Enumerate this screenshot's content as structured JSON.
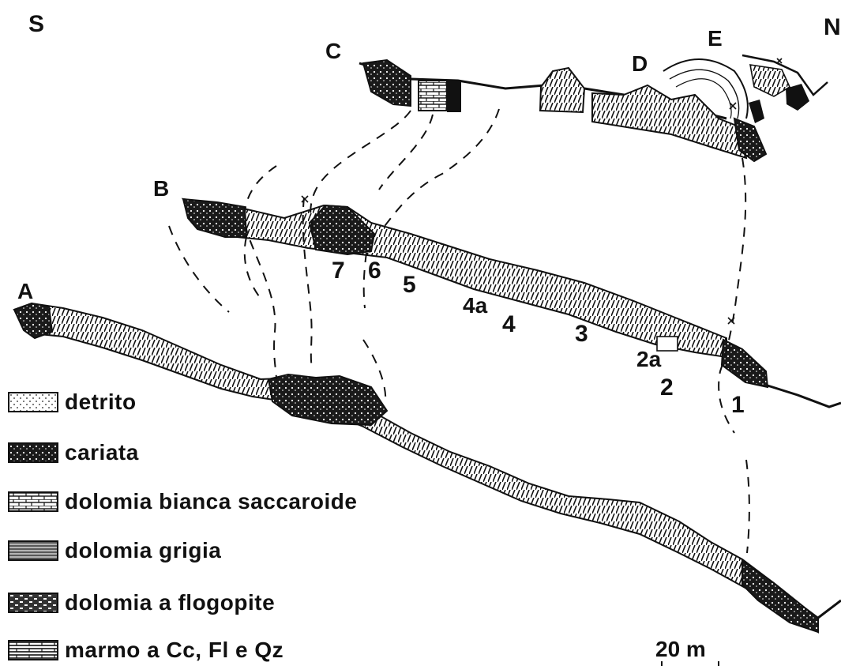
{
  "orientation": {
    "south": "S",
    "north": "N"
  },
  "profiles": {
    "A": "A",
    "B": "B",
    "C": "C",
    "D": "D",
    "E": "E"
  },
  "units": {
    "u7": "7",
    "u6": "6",
    "u5": "5",
    "u4a": "4a",
    "u4": "4",
    "u3": "3",
    "u2a": "2a",
    "u2": "2",
    "u1": "1"
  },
  "legend": [
    {
      "id": "detrito",
      "label": "detrito",
      "pattern": "dots"
    },
    {
      "id": "cariata",
      "label": "cariata",
      "pattern": "dark"
    },
    {
      "id": "dolomia-bianca",
      "label": "dolomia bianca saccaroide",
      "pattern": "brick"
    },
    {
      "id": "dolomia-grigia",
      "label": "dolomia grigia",
      "pattern": "dense"
    },
    {
      "id": "dolomia-flogopite",
      "label": "dolomia a flogopite",
      "pattern": "brickdark"
    },
    {
      "id": "marmo",
      "label": "marmo a Cc, Fl e Qz",
      "pattern": "lines"
    }
  ],
  "scale": {
    "label": "20 m"
  },
  "colors": {
    "ink": "#111111",
    "paper": "#ffffff"
  }
}
